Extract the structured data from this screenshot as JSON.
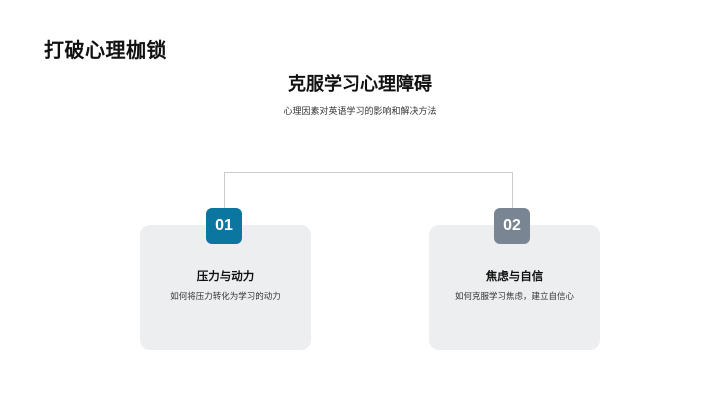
{
  "slide": {
    "title": "打破心理枷锁",
    "heading": "克服学习心理障碍",
    "subtitle": "心理因素对英语学习的影响和解决方法"
  },
  "colors": {
    "badge_1": "#0b76a0",
    "badge_2": "#7a8594",
    "card_bg": "#eceef0",
    "connector": "#c9ccd1"
  },
  "items": [
    {
      "number": "01",
      "title": "压力与动力",
      "description": "如何将压力转化为学习的动力"
    },
    {
      "number": "02",
      "title": "焦虑与自信",
      "description": "如何克服学习焦虑，建立自信心"
    }
  ]
}
